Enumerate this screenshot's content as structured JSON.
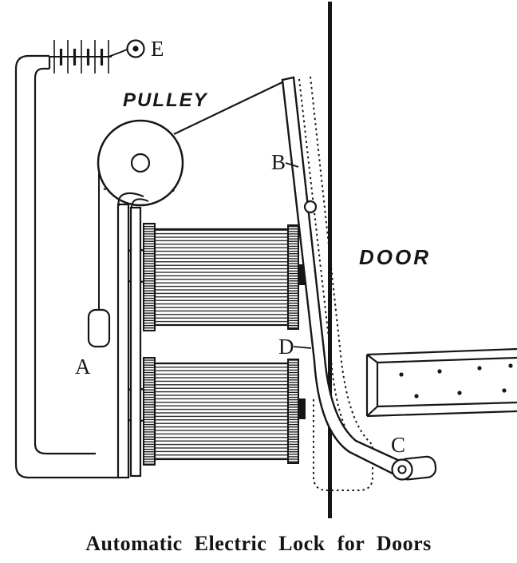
{
  "figure": {
    "caption": "Automatic Electric Lock for Doors",
    "labels": {
      "pulley": "PULLEY",
      "door": "DOOR",
      "weight": "A",
      "bar": "B",
      "knob": "C",
      "dotted": "D",
      "terminal": "E"
    },
    "colors": {
      "ink": "#161616",
      "paper": "#ffffff"
    }
  }
}
